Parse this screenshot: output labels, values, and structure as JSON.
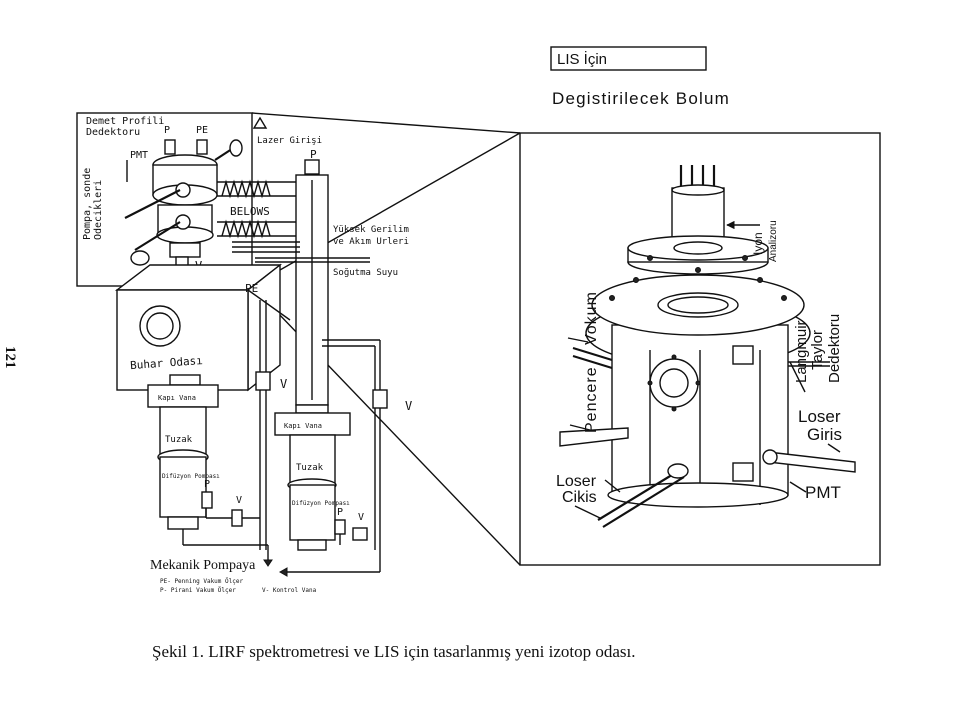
{
  "page_number": "121",
  "caption": "Şekil 1. LIRF spektrometresi ve LIS için tasarlanmış yeni izotop odası.",
  "right_panel": {
    "title_box": "LIS İçin",
    "subtitle": "Degistirilecek Bolum",
    "labels": {
      "iyon": "Iyon",
      "analizoru": "Analizoru",
      "vokum": "Vokum",
      "pencere": "Pencere",
      "langmuir": "Langmuir",
      "taylor": "Taylor",
      "dedektoru": "Dedektoru",
      "loser_giris_1": "Loser",
      "loser_giris_2": "Giris",
      "loser_cikis_1": "Loser",
      "loser_cikis_2": "Cikis",
      "pmt": "PMT"
    }
  },
  "left_panel": {
    "demet_1": "Demet Profili",
    "demet_2": "Dedektoru",
    "p_top": "P",
    "pe_top": "PE",
    "pmt": "PMT",
    "pompa_1": "Pompa, sonde",
    "pompa_2": "Odecikleri",
    "lazer_girisi": "Lazer Girişi",
    "p_right": "P",
    "belows": "BELOWS",
    "yuksek_1": "Yüksek Gerilim",
    "yuksek_2": "ve Akım Urleri",
    "sogutma": "Soğutma Suyu",
    "v_left": "V",
    "pe_mid": "PE",
    "buhar": "Buhar Odası",
    "v_mid": "V",
    "v_far": "V",
    "kapi_vana_1": "Kapı Vana",
    "kapi_vana_2": "Kapı Vana",
    "tuzak_1": "Tuzak",
    "tuzak_2": "Tuzak",
    "difuzyon_1": "Difüzyon Pompası",
    "difuzyon_2": "Difüzyon Pompası",
    "p_low_1": "P",
    "v_low_1": "V",
    "p_low_2": "P",
    "v_low_2": "V",
    "mekanik": "Mekanik Pompaya",
    "legend_1": "PE- Penning Vakum Ölçer",
    "legend_2": "P- Pirani Vakum Ölçer",
    "legend_3": "V- Kontrol Vana"
  }
}
